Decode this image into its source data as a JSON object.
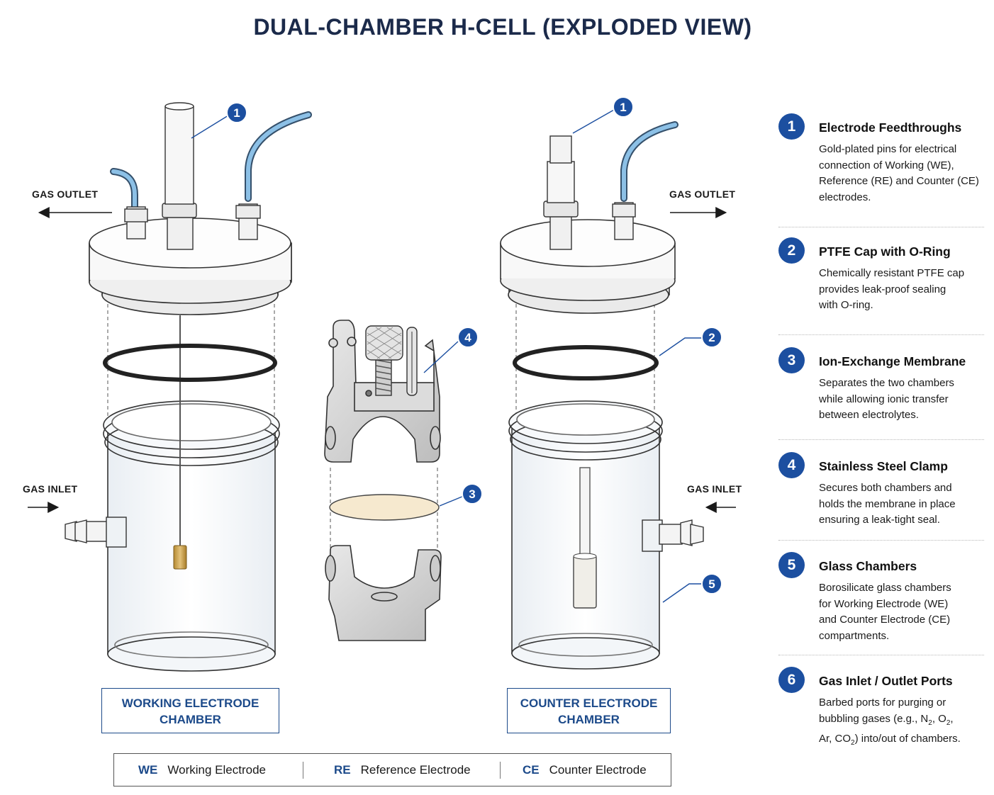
{
  "title": "DUAL-CHAMBER H-CELL (EXPLODED VIEW)",
  "labels": {
    "gas_outlet_left": "GAS OUTLET",
    "gas_outlet_right": "GAS OUTLET",
    "gas_inlet_left": "GAS INLET",
    "gas_inlet_right": "GAS INLET"
  },
  "chambers": {
    "working": [
      "WORKING ELECTRODE",
      "CHAMBER"
    ],
    "counter": [
      "COUNTER ELECTRODE",
      "CHAMBER"
    ]
  },
  "callouts": [
    "1",
    "1",
    "2",
    "3",
    "4",
    "5"
  ],
  "legend": [
    {
      "abbr": "WE",
      "text": "Working Electrode"
    },
    {
      "abbr": "RE",
      "text": "Reference Electrode"
    },
    {
      "abbr": "CE",
      "text": "Counter Electrode"
    }
  ],
  "parts": [
    {
      "num": "1",
      "title": "Electrode Feedthroughs",
      "lines": [
        "Gold-plated pins for electrical",
        "connection of Working (WE),",
        "Reference (RE) and Counter (CE)",
        "electrodes."
      ]
    },
    {
      "num": "2",
      "title": "PTFE Cap with O-Ring",
      "lines": [
        "Chemically resistant PTFE cap",
        "provides leak-proof sealing",
        "with O-ring."
      ]
    },
    {
      "num": "3",
      "title": "Ion-Exchange Membrane",
      "lines": [
        "Separates the two chambers",
        "while allowing ionic transfer",
        "between electrolytes."
      ]
    },
    {
      "num": "4",
      "title": "Stainless Steel Clamp",
      "lines": [
        "Secures both chambers and",
        "holds the membrane in place",
        "ensuring a leak-tight seal."
      ]
    },
    {
      "num": "5",
      "title": "Glass Chambers",
      "lines": [
        "Borosilicate glass chambers",
        "for Working Electrode (WE)",
        "and Counter Electrode (CE)",
        "compartments."
      ]
    },
    {
      "num": "6",
      "title": "Gas Inlet / Outlet Ports",
      "lines": [
        "Barbed ports for purging or",
        "bubbling gases (e.g., N",
        "2",
        ", O",
        "2",
        ",",
        "Ar, CO",
        "2",
        ") into/out of chambers."
      ]
    }
  ],
  "colors": {
    "accent": "#1c4fa0",
    "title": "#1b2a4a",
    "tube": "#7fb3dc",
    "gold": "#c9a24a",
    "membrane": "#f6e9cf",
    "steel": "#d9d9d9"
  }
}
